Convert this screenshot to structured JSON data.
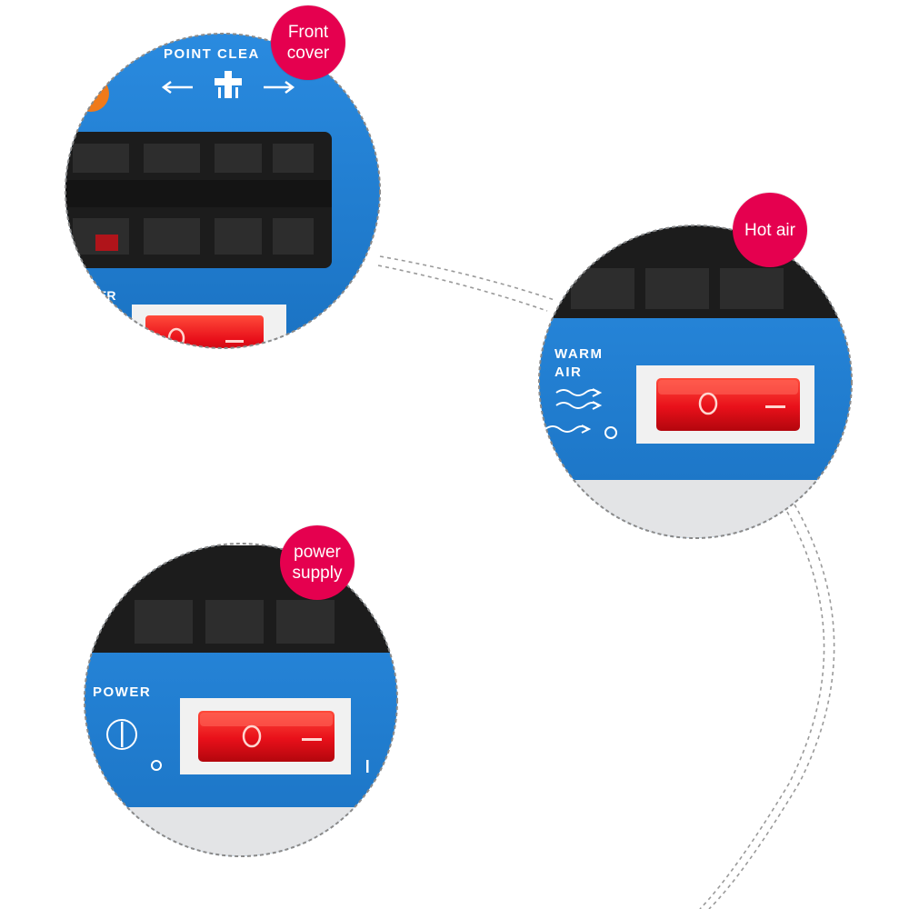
{
  "callouts": {
    "front_cover": {
      "line1": "Front",
      "line2": "cover"
    },
    "hot_air": {
      "line1": "Hot air"
    },
    "power_supply": {
      "line1": "power",
      "line2": "supply"
    }
  },
  "panel_text": {
    "point_clear": "POINT CLEA",
    "partial_power": "ER",
    "warm_air_1": "WARM",
    "warm_air_2": "AIR",
    "power": "POWER",
    "switch_off_mark": "O",
    "off_symbol": "O",
    "on_symbol": "I"
  },
  "colors": {
    "badge": "#e5004f",
    "panel_blue": "#1f7fd0",
    "switch_red": "#e8101a",
    "grille_black": "#1c1c1c",
    "panel_grey": "#e3e4e6",
    "dashed_line": "#9a9a9a"
  }
}
